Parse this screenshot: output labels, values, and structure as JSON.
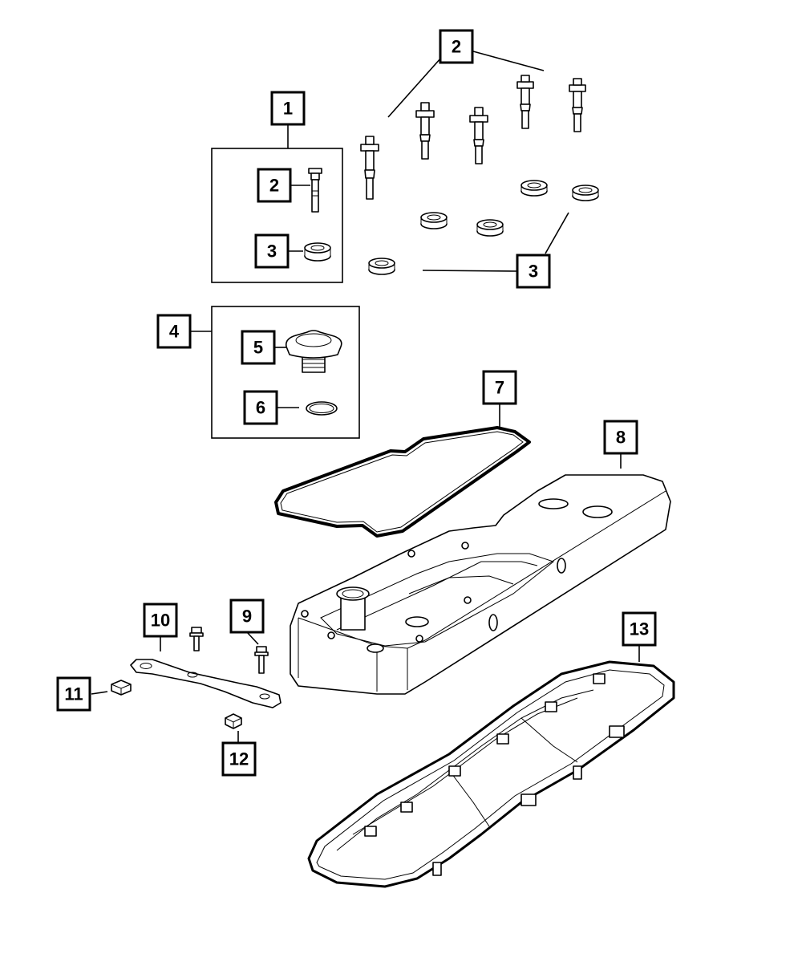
{
  "callouts": [
    {
      "id": "c1",
      "label": "1"
    },
    {
      "id": "c2a",
      "label": "2"
    },
    {
      "id": "c2b",
      "label": "2"
    },
    {
      "id": "c3a",
      "label": "3"
    },
    {
      "id": "c3b",
      "label": "3"
    },
    {
      "id": "c4",
      "label": "4"
    },
    {
      "id": "c5",
      "label": "5"
    },
    {
      "id": "c6",
      "label": "6"
    },
    {
      "id": "c7",
      "label": "7"
    },
    {
      "id": "c8",
      "label": "8"
    },
    {
      "id": "c9",
      "label": "9"
    },
    {
      "id": "c10",
      "label": "10"
    },
    {
      "id": "c11",
      "label": "11"
    },
    {
      "id": "c12",
      "label": "12"
    },
    {
      "id": "c13",
      "label": "13"
    }
  ]
}
